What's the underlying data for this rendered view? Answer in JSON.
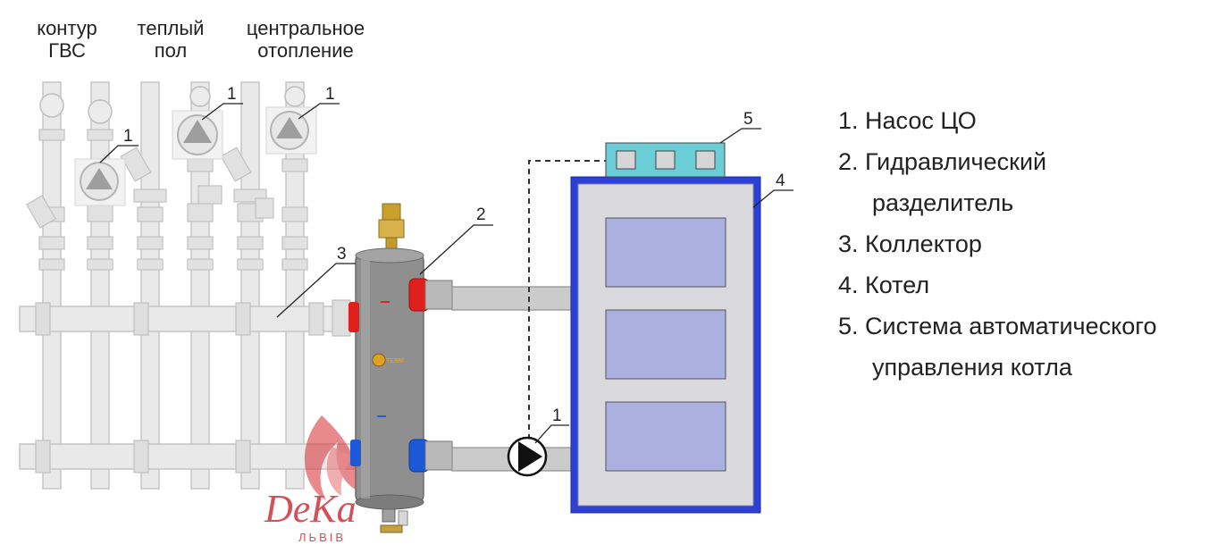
{
  "circuits": [
    {
      "line1": "контур",
      "line2": "ГВС"
    },
    {
      "line1": "теплый",
      "line2": "пол"
    },
    {
      "line1": "центральное",
      "line2": "отопление"
    }
  ],
  "callouts": {
    "pump_left": "1",
    "pump_mid": "1",
    "pump_right": "1",
    "separator": "2",
    "collector": "3",
    "boiler": "4",
    "control": "5",
    "pump_boiler": "1"
  },
  "legend": [
    {
      "text": "1. Насос ЦО",
      "continued": false
    },
    {
      "text": "2. Гидравлический",
      "continued": false
    },
    {
      "text": "разделитель",
      "continued": true
    },
    {
      "text": "3. Коллектор",
      "continued": false
    },
    {
      "text": "4. Котел",
      "continued": false
    },
    {
      "text": "5. Система автоматического",
      "continued": false
    },
    {
      "text": "управления котла",
      "continued": true
    }
  ],
  "watermark": {
    "brand": "DeKa",
    "city": "ЛЬВІВ"
  },
  "separator_label": "TERM",
  "colors": {
    "pipe_fill": "#e9e9e9",
    "pipe_stroke": "#c4c4c4",
    "separator_body": "#8f8f8f",
    "boiler_frame": "#2e3fd6",
    "boiler_inner": "#d9d9de",
    "boiler_window": "#abb0e0",
    "control_panel": "#6bcdd6",
    "hot_port": "#e0201c",
    "cold_port": "#1c58d8",
    "connection_pipe": "#cbcbcb",
    "watermark": "#cc2a36"
  }
}
